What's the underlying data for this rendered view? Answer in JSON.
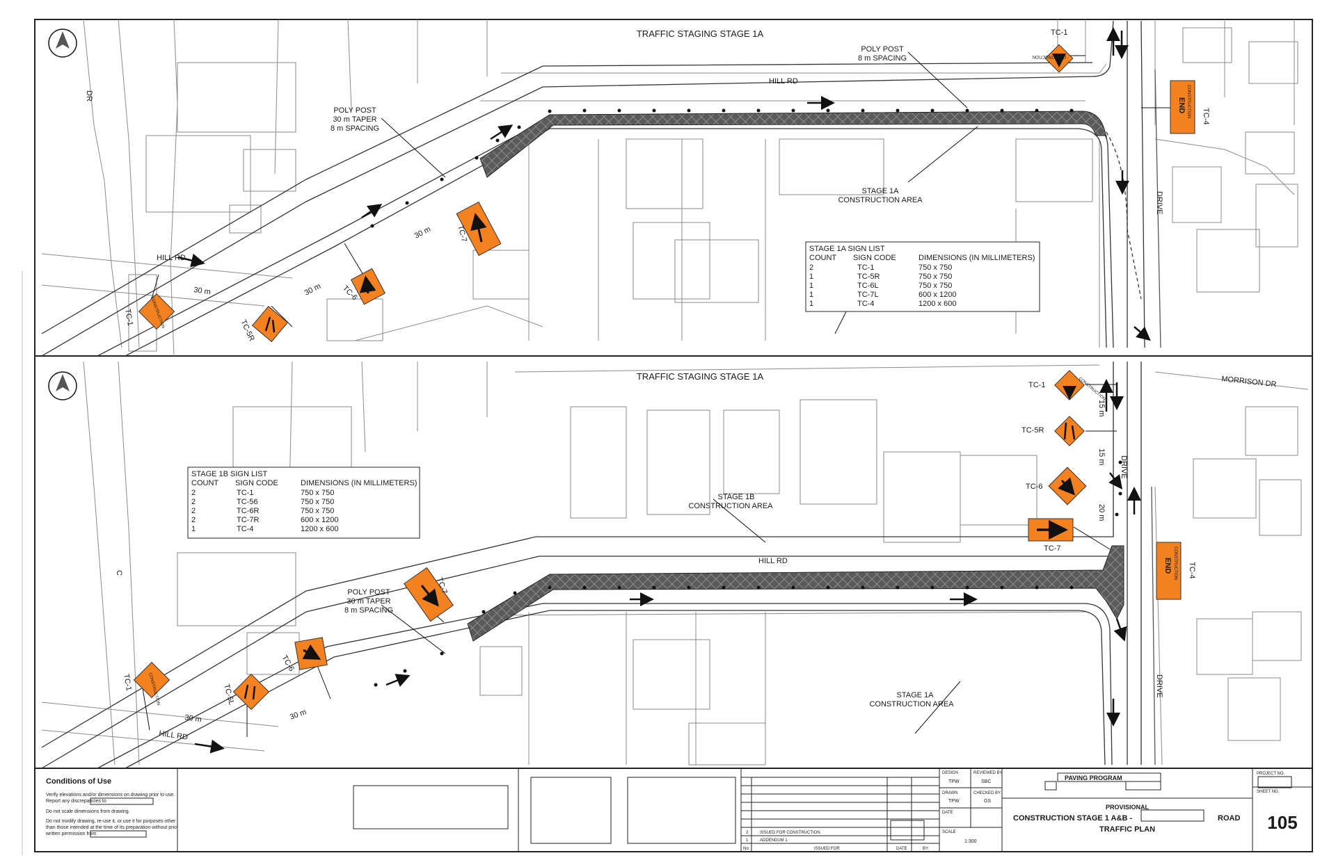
{
  "panel_top": {
    "title": "TRAFFIC STAGING STAGE 1A",
    "streets": {
      "hill_rd_main": "HILL RD",
      "hill_rd_left": "HILL RD",
      "dr": "DR",
      "drive": "DRIVE"
    },
    "poly_post_taper": [
      "POLY POST",
      "30 m TAPER",
      "8 m SPACING"
    ],
    "poly_post_spacing": [
      "POLY POST",
      "8 m SPACING"
    ],
    "construction_area": [
      "STAGE 1A",
      "CONSTRUCTION AREA"
    ],
    "distances": {
      "d1": "30 m",
      "d2": "30 m",
      "d3": "30 m"
    },
    "signs": {
      "tc1_left": "TC-1",
      "tc5r": "TC-5R",
      "tc6": "TC-6",
      "tc7": "TC-7",
      "tc1_right": "TC-1",
      "tc4": "TC-4"
    },
    "sign_list": {
      "title": "STAGE 1A SIGN LIST",
      "headers": [
        "COUNT",
        "SIGN CODE",
        "DIMENSIONS (IN MILLIMETERS)"
      ],
      "rows": [
        [
          "2",
          "TC-1",
          "750 x 750"
        ],
        [
          "1",
          "TC-5R",
          "750 x 750"
        ],
        [
          "1",
          "TC-6L",
          "750 x 750"
        ],
        [
          "1",
          "TC-7L",
          "600 x 1200"
        ],
        [
          "1",
          "TC-4",
          "1200 x 600"
        ]
      ]
    }
  },
  "panel_bottom": {
    "title": "TRAFFIC STAGING STAGE 1A",
    "streets": {
      "hill_rd_main": "HILL RD",
      "hill_rd_left": "HILL RD",
      "morrison": "MORRISON DR",
      "drive_top": "DRIVE",
      "drive_bottom": "DRIVE",
      "c_label": "C"
    },
    "poly_post_taper": [
      "POLY POST",
      "30 m TAPER",
      "8 m SPACING"
    ],
    "construction_1b": [
      "STAGE 1B",
      "CONSTRUCTION AREA"
    ],
    "construction_1a": [
      "STAGE 1A",
      "CONSTRUCTION AREA"
    ],
    "distances": {
      "d1": "30 m",
      "d2": "30 m",
      "v1": "15 m",
      "v2": "15 m",
      "v3": "20 m"
    },
    "signs": {
      "tc1_left": "TC-1",
      "tc5l": "TC-5L",
      "tc6_left": "TC-6",
      "tc7_left": "TC-7",
      "tc1_right": "TC-1",
      "tc5r": "TC-5R",
      "tc6_right": "TC-6",
      "tc7_right": "TC-7",
      "tc4": "TC-4"
    },
    "sign_list": {
      "title": "STAGE 1B SIGN LIST",
      "headers": [
        "COUNT",
        "SIGN CODE",
        "DIMENSIONS (IN MILLIMETERS)"
      ],
      "rows": [
        [
          "2",
          "TC-1",
          "750 x 750"
        ],
        [
          "2",
          "TC-56",
          "750 x 750"
        ],
        [
          "2",
          "TC-6R",
          "750 x 750"
        ],
        [
          "2",
          "TC-7R",
          "600 x 1200"
        ],
        [
          "1",
          "TC-4",
          "1200 x 600"
        ]
      ]
    }
  },
  "sign_text": {
    "construction": "CONSTRUCTION",
    "end": "END"
  },
  "title_block": {
    "conditions_title": "Conditions of Use",
    "conditions_lines": [
      "Verify elevations and/or dimensions on drawing prior to use.",
      "Report any discrepancies to",
      "Do not scale dimensions from drawing.",
      "Do not modify drawing, re-use it, or use it for purposes other",
      "than those intended at the time of its preparation without prior",
      "written permission from"
    ],
    "revisions": [
      {
        "no": "2",
        "desc": "ISSUED FOR CONSTRUCTION"
      },
      {
        "no": "1",
        "desc": "ADDENDUM 1"
      }
    ],
    "rev_headers": {
      "no": "No.",
      "issued": "ISSUED FOR",
      "date": "DATE",
      "by": "BY"
    },
    "design_label": "DESIGN",
    "design_value": "TPW",
    "reviewed_label": "REVIEWED BY",
    "reviewed_value": "SBC",
    "drawn_label": "DRAWN",
    "drawn_value": "TPW",
    "checked_label": "CHECKED BY",
    "checked_value": "GS",
    "date_label": "DATE",
    "scale_label": "SCALE",
    "scale_value": "1:300",
    "program": "PAVING PROGRAM",
    "provisional": "PROVISIONAL",
    "title_line1_a": "CONSTRUCTION STAGE 1 A&B -",
    "title_line1_b": "ROAD",
    "title_line2": "TRAFFIC PLAN",
    "project_no_label": "PROJECT NO.",
    "sheet_no_label": "SHEET NO.",
    "sheet_no": "105"
  },
  "colors": {
    "sign_orange": "#f58220",
    "hatch": "#555555",
    "line": "#8a8a8a"
  }
}
